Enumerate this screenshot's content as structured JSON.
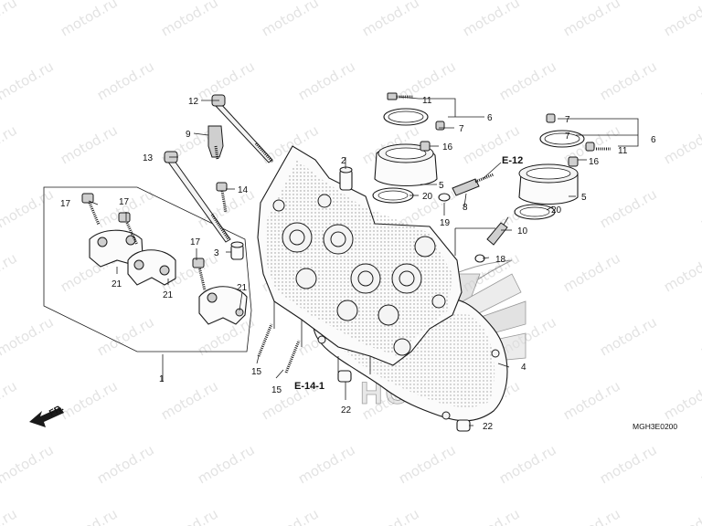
{
  "watermark": "motod.ru",
  "diagram_code": "MGH3E0200",
  "direction_label": "FR.",
  "section_refs": {
    "e12": "E-12",
    "e14": "E-14-1"
  },
  "brand": "HONDA",
  "callouts": {
    "c1": "1",
    "c2": "2",
    "c3": "3",
    "c4": "4",
    "c5a": "5",
    "c5b": "5",
    "c6a": "6",
    "c6b": "6",
    "c7a": "7",
    "c7b": "7",
    "c7c": "7",
    "c8": "8",
    "c9": "9",
    "c10": "10",
    "c11a": "11",
    "c11b": "11",
    "c12": "12",
    "c13": "13",
    "c14": "14",
    "c15a": "15",
    "c15b": "15",
    "c16a": "16",
    "c16b": "16",
    "c17a": "17",
    "c17b": "17",
    "c17c": "17",
    "c18": "18",
    "c19": "19",
    "c20a": "20",
    "c20b": "20",
    "c21a": "21",
    "c21b": "21",
    "c21c": "21",
    "c22a": "22",
    "c22b": "22"
  }
}
